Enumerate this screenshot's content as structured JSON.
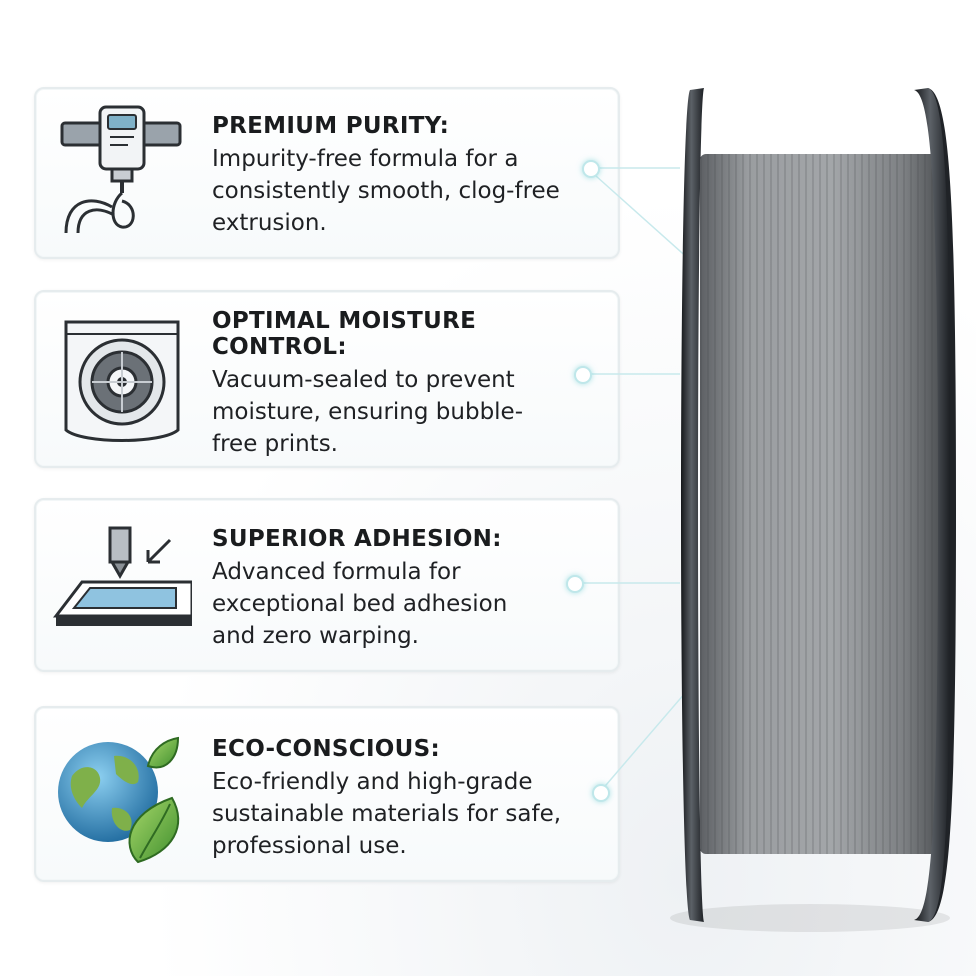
{
  "features": [
    {
      "title": "PREMIUM PURITY:",
      "description": "Impurity-free formula for a consistently smooth, clog-free extrusion.",
      "icon": "extruder-nozzle-icon"
    },
    {
      "title": "OPTIMAL MOISTURE CONTROL:",
      "description": "Vacuum-sealed to prevent moisture, ensuring bubble-free prints.",
      "icon": "vacuum-sealed-spool-icon"
    },
    {
      "title": "SUPERIOR ADHESION:",
      "description": "Advanced formula for exceptional bed adhesion and zero warping.",
      "icon": "print-bed-icon"
    },
    {
      "title": "ECO-CONSCIOUS:",
      "description": "Eco-friendly and high-grade sustainable materials for safe, professional use.",
      "icon": "globe-leaf-icon"
    }
  ],
  "colors": {
    "filament": "#8c8f92",
    "spool_flange": "#2a2d31",
    "connector": "#bfe7ea",
    "card_border": "#e6ecee"
  }
}
